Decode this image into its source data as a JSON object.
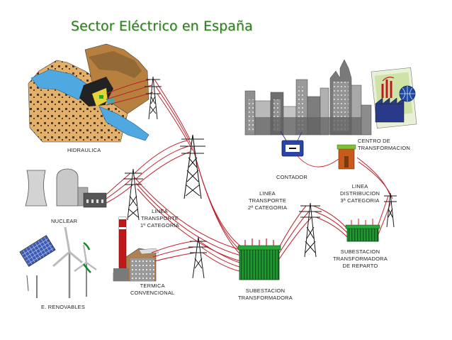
{
  "title": "Sector Eléctrico en España",
  "labels": {
    "hidraulica": "HIDRAULICA",
    "nuclear": "NUCLEAR",
    "renovables": "E. RENOVABLES",
    "termica": "TERMICA\nCONVENCIONAL",
    "linea1": "LINEA\nTRANSPORTE\n1º CATEGORIA",
    "linea2": "LINEA\nTRANSPORTE\n2ª CATEGORIA",
    "subestacion": "SUBESTACION\nTRANSFORMADORA",
    "contador": "CONTADOR",
    "linea_distribucion": "LINEA\nDISTRIBUCION\n3ª CATEGORIA",
    "subestacion_reparto": "SUBESTACION\nTRANSFORMADORA\nDE REPARTO",
    "centro": "CENTRO DE\nTRANSFORMACION"
  },
  "colors": {
    "title": "#2e7d1e",
    "wire": "#c0202a",
    "transformer": "#1f9a2e",
    "tower": "#1a1a1a"
  }
}
